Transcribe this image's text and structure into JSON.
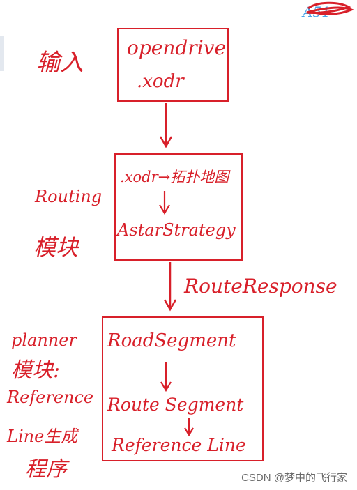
{
  "left_labels": {
    "input": "输入",
    "routing_en": "Routing",
    "routing_cn": "模块",
    "planner_en": "planner",
    "planner_cn": "模块:",
    "reference_en": "Reference",
    "line_gen": "Line生成",
    "program": "程序"
  },
  "box1": {
    "line1": "opendrive",
    "line2": ".xodr"
  },
  "box2": {
    "line1": ".xodr→拓扑地图",
    "line2": "AstarStrategy"
  },
  "arrow_label": "RouteResponse",
  "box3": {
    "line1": "RoadSegment",
    "line2": "Route Segment",
    "line3": "Reference Line"
  },
  "watermark": "CSDN @梦中的飞行家",
  "colors": {
    "ink": "#d8202a",
    "scribble_blue": "#4aa3e6"
  }
}
